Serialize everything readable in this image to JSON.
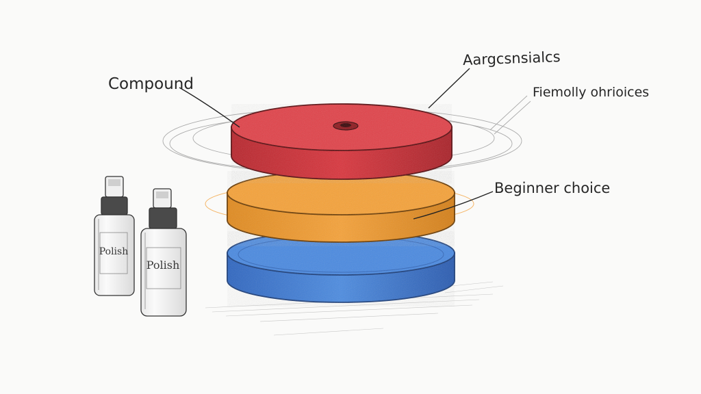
{
  "annotations": {
    "compound": "Compound",
    "top_pad": "Aargcsnsialcs",
    "right_pad": "Fiemolly ohrioices",
    "middle_pad": "Beginner choice"
  },
  "bottles": [
    {
      "label": "Polish"
    },
    {
      "label": "Polish"
    }
  ],
  "pads": [
    {
      "color": "#d9363e",
      "name": "red"
    },
    {
      "color": "#f29727",
      "name": "orange"
    },
    {
      "color": "#3f7ed8",
      "name": "blue"
    }
  ]
}
